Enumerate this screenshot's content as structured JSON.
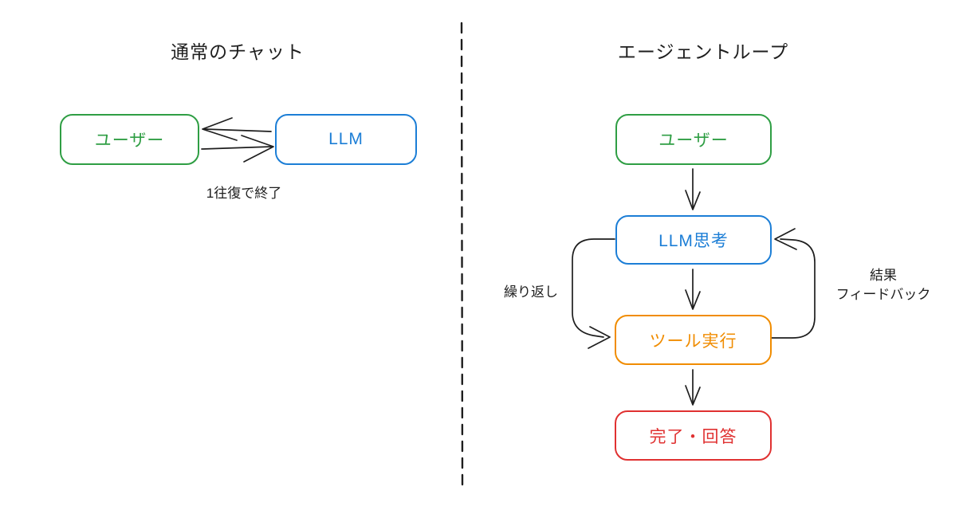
{
  "left_panel": {
    "title": "通常のチャット",
    "user_box_label": "ユーザー",
    "llm_box_label": "LLM",
    "caption": "1往復で終了"
  },
  "right_panel": {
    "title": "エージェントループ",
    "user_box_label": "ユーザー",
    "llm_box_label": "LLM思考",
    "tool_box_label": "ツール実行",
    "done_box_label": "完了・回答",
    "loop_label": "繰り返し",
    "feedback_label_line1": "結果",
    "feedback_label_line2": "フィードバック"
  },
  "colors": {
    "green": "#2f9e44",
    "blue": "#1c7ed6",
    "orange": "#f08c00",
    "red": "#e03131",
    "ink": "#1e1e1e",
    "background": "#ffffff"
  }
}
